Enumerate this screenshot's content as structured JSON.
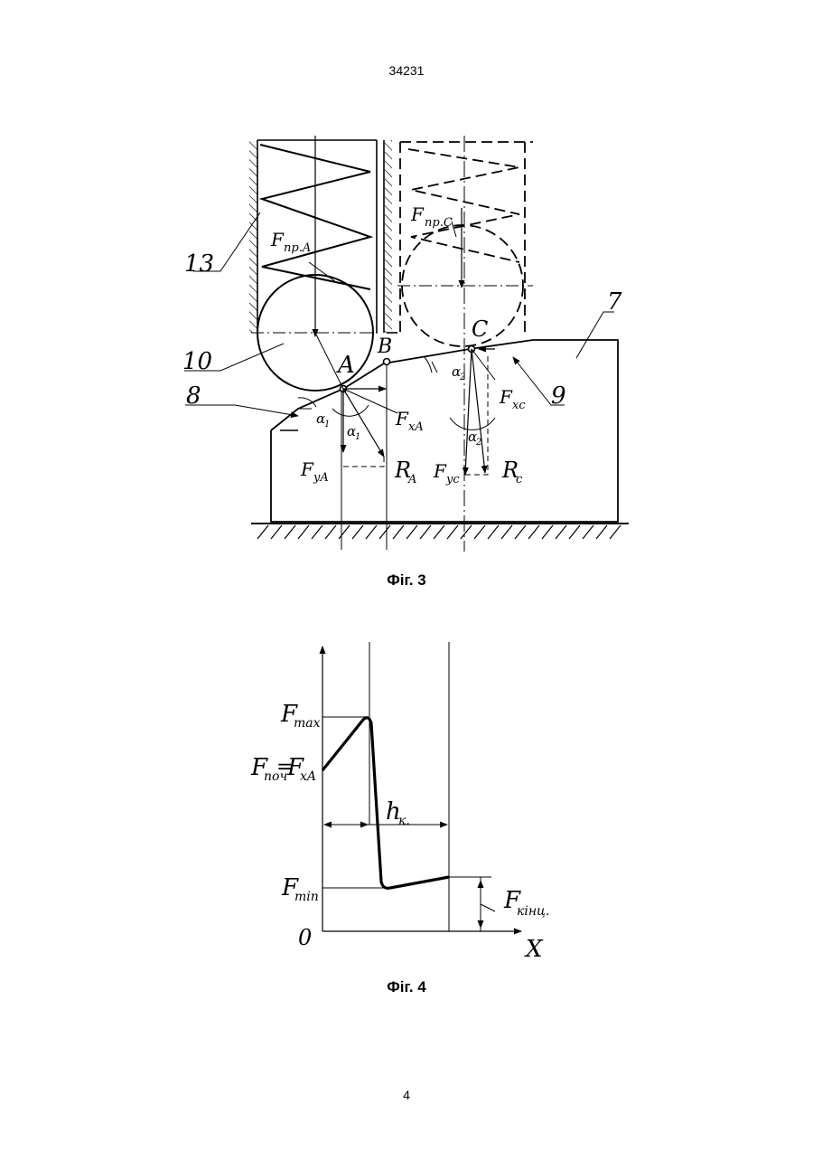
{
  "page": {
    "header_number": "34231",
    "footer_number": "4"
  },
  "fig3": {
    "caption": "Фіг. 3",
    "labels": {
      "n13": "13",
      "n10": "10",
      "n8": "8",
      "n7": "7",
      "n9": "9",
      "A": "A",
      "B": "B",
      "C": "C",
      "FprA_main": "F",
      "FprA_sub": "пр.A",
      "FprC_main": "F",
      "FprC_sub": "пр.C",
      "FxA_main": "F",
      "FxA_sub": "xA",
      "FyA_main": "F",
      "FyA_sub": "yA",
      "RA_main": "R",
      "RA_sub": "A",
      "Fyc_main": "F",
      "Fyc_sub": "yc",
      "Rc_main": "R",
      "Rc_sub": "c",
      "Fxc_main": "F",
      "Fxc_sub": "xc",
      "alpha1": "α",
      "alpha1_sub": "1",
      "alpha2": "α",
      "alpha2_sub": "2"
    }
  },
  "fig4": {
    "caption": "Фіг. 4",
    "labels": {
      "Fmax_main": "F",
      "Fmax_sub": "max",
      "Fpoch_main": "F",
      "Fpoch_sub": "поч",
      "eq": "=",
      "FxA_main": "F",
      "FxA_sub": "xA",
      "hk_main": "h",
      "hk_sub": "к.",
      "Fmin_main": "F",
      "Fmin_sub": "min",
      "Fkin_main": "F",
      "Fkin_sub": "кінц.",
      "origin": "0",
      "xaxis": "X"
    }
  }
}
